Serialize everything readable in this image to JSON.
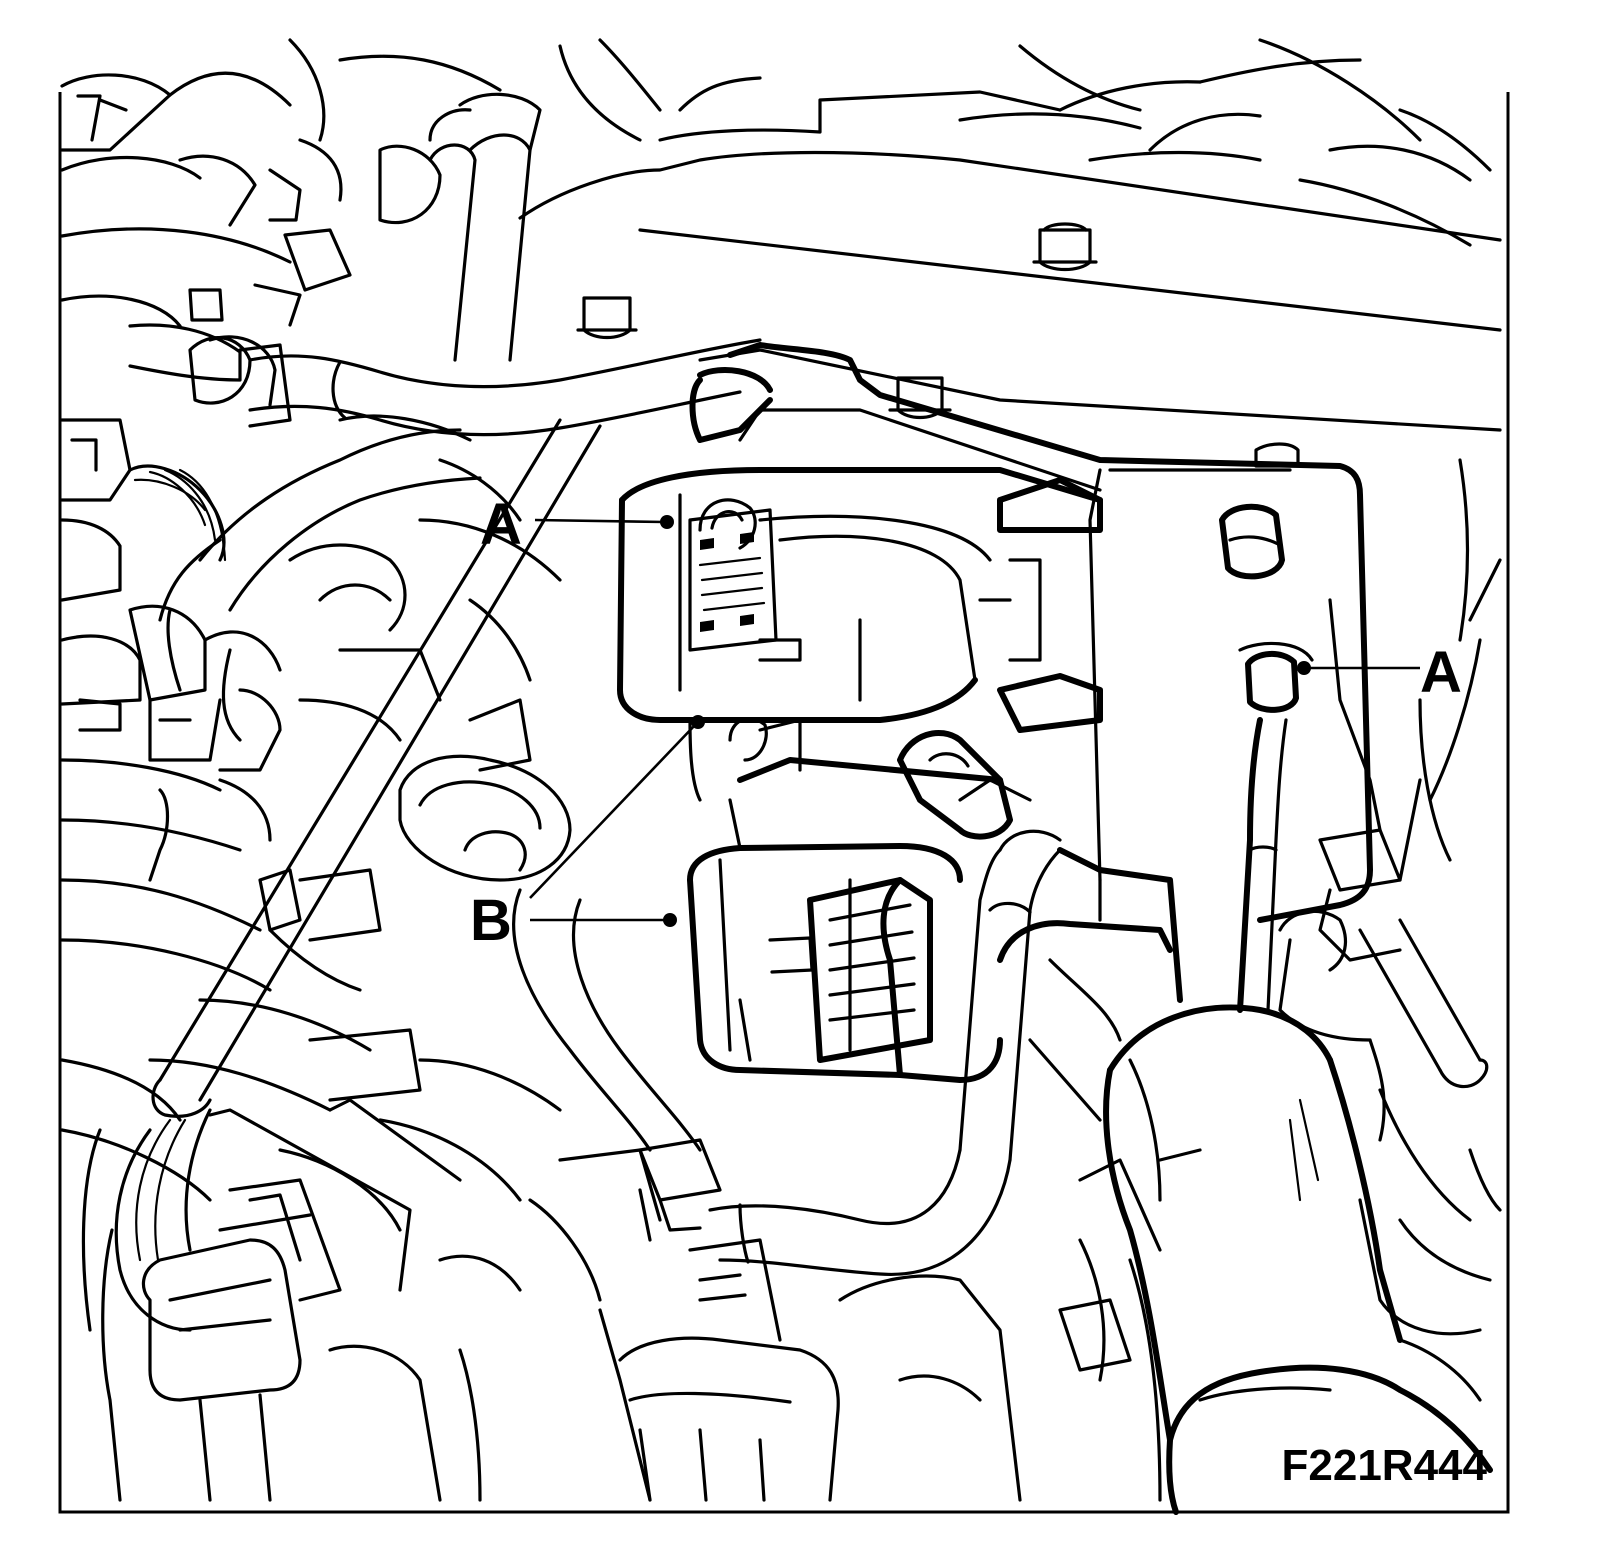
{
  "callouts": {
    "a_upper_left": "A",
    "a_right": "A",
    "b": "B"
  },
  "figure_reference": "F221R444",
  "colors": {
    "ink": "#000000",
    "paper": "#ffffff"
  }
}
